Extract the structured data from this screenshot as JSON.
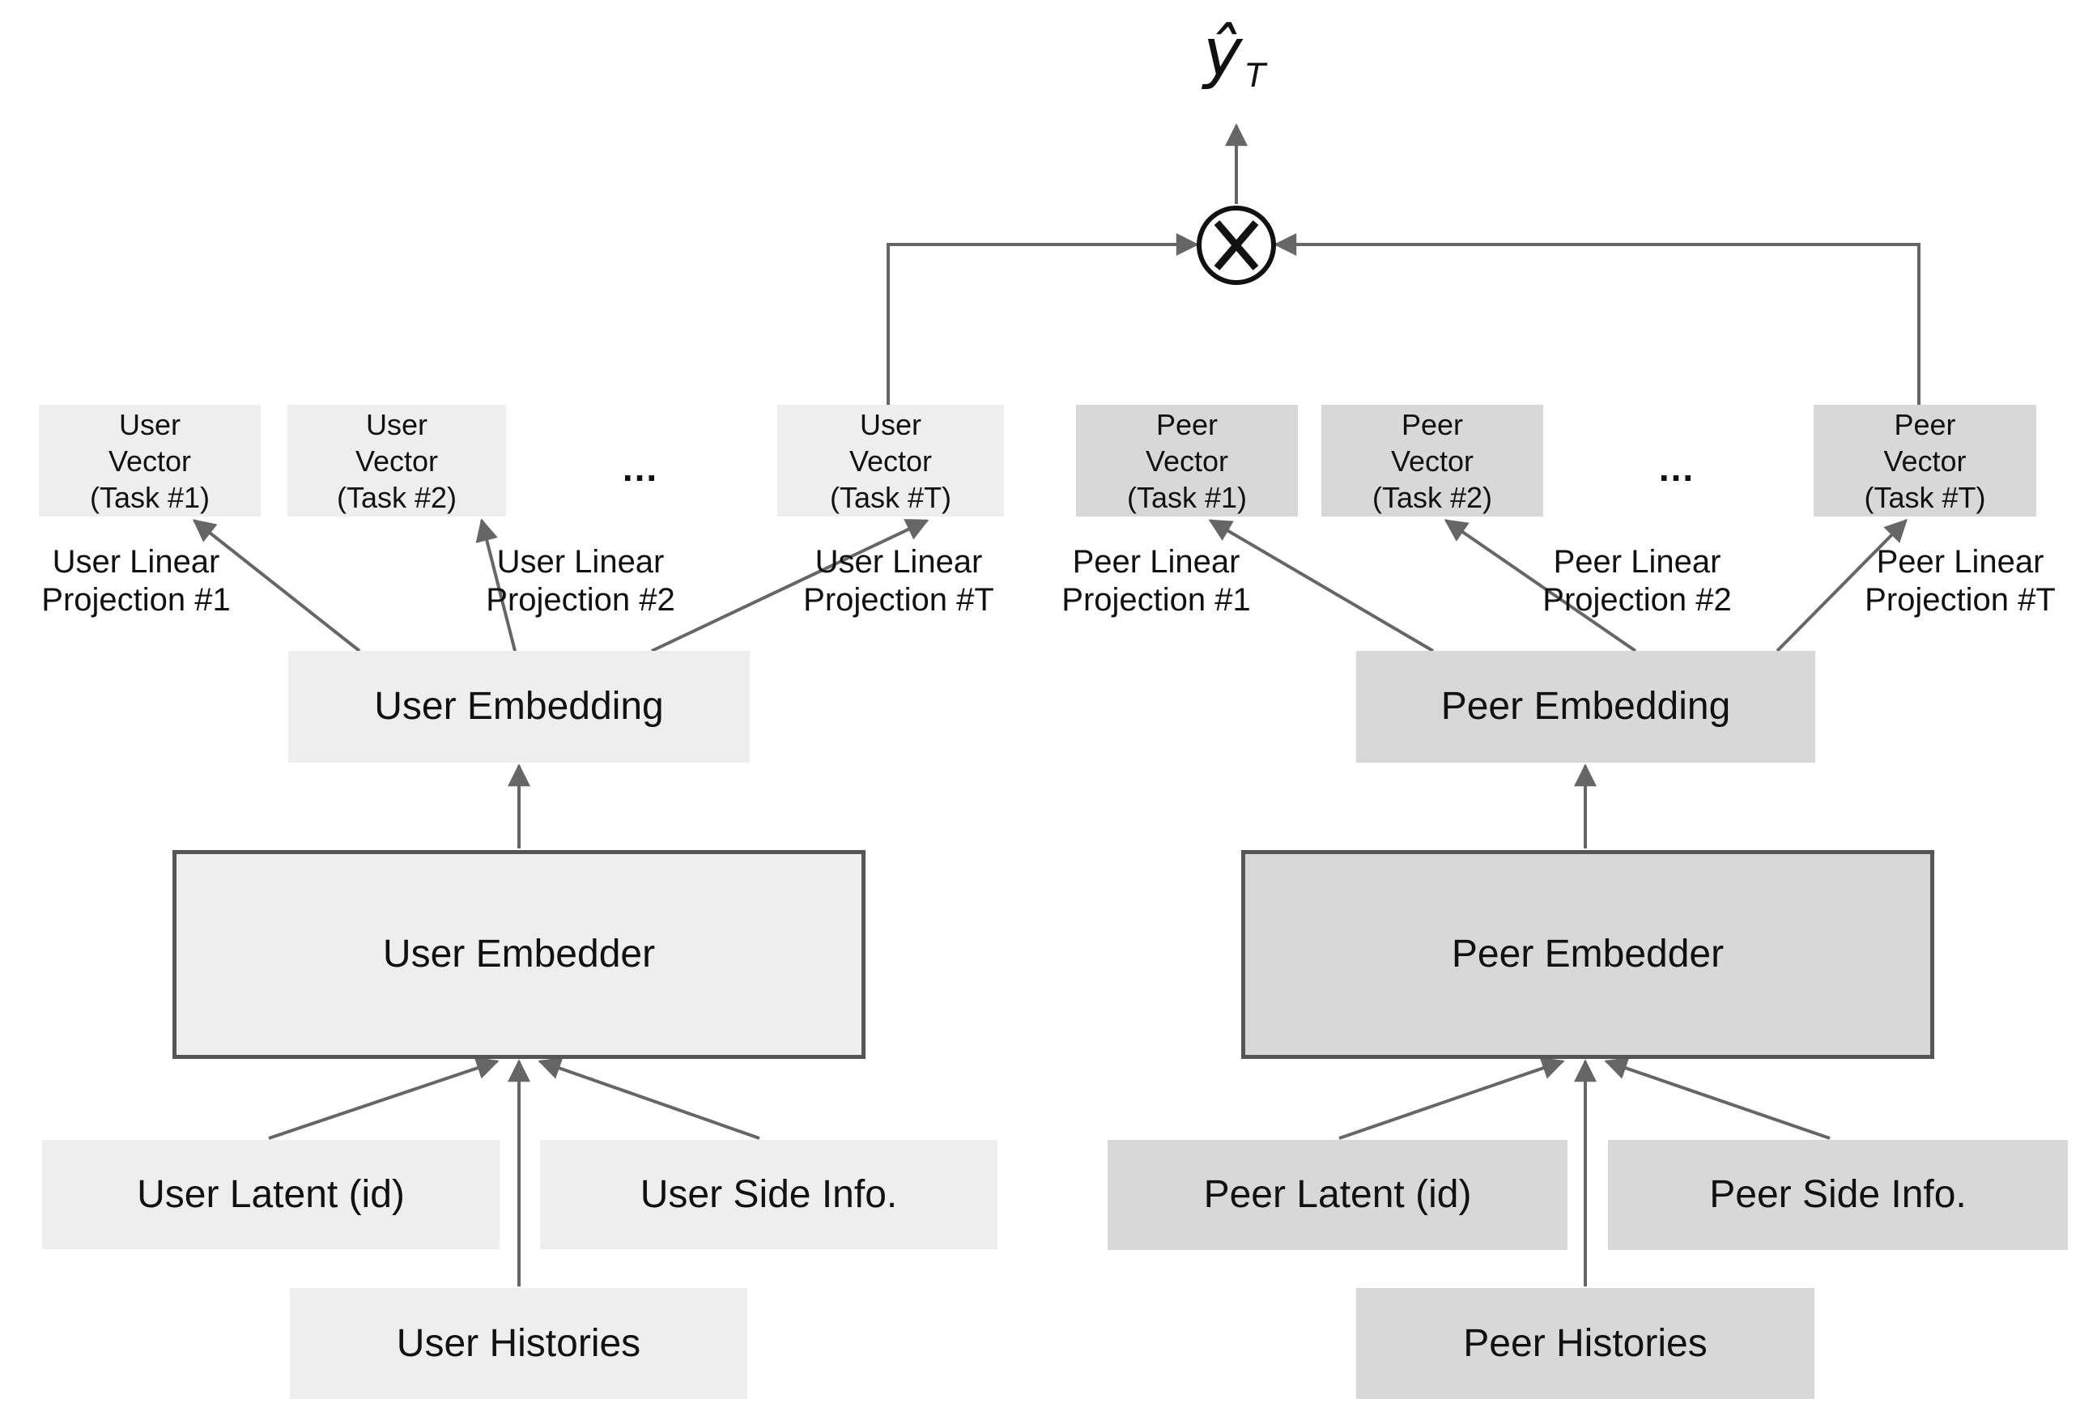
{
  "output": {
    "main": "ŷ",
    "sub": "T"
  },
  "combiner_icon": "circle-times-icon",
  "colors": {
    "user_fill": "#eeeeee",
    "peer_fill": "#d8d8d8",
    "line": "#666666",
    "embedder_border": "#555555",
    "symbol": "#111111",
    "text": "#111111"
  },
  "towers": {
    "user": {
      "vectors": [
        {
          "lines": [
            "User",
            "Vector",
            "(Task #1)"
          ]
        },
        {
          "lines": [
            "User",
            "Vector",
            "(Task #2)"
          ]
        },
        {
          "lines": [
            "User",
            "Vector",
            "(Task #T)"
          ]
        }
      ],
      "ellipsis": "...",
      "projections": [
        {
          "lines": [
            "User Linear",
            "Projection #1"
          ]
        },
        {
          "lines": [
            "User Linear",
            "Projection #2"
          ]
        },
        {
          "lines": [
            "User Linear",
            "Projection #T"
          ]
        }
      ],
      "embedding": "User Embedding",
      "embedder": "User Embedder",
      "latent": "User Latent (id)",
      "side_info": "User Side Info.",
      "histories": "User Histories"
    },
    "peer": {
      "vectors": [
        {
          "lines": [
            "Peer",
            "Vector",
            "(Task #1)"
          ]
        },
        {
          "lines": [
            "Peer",
            "Vector",
            "(Task #2)"
          ]
        },
        {
          "lines": [
            "Peer",
            "Vector",
            "(Task #T)"
          ]
        }
      ],
      "ellipsis": "...",
      "projections": [
        {
          "lines": [
            "Peer Linear",
            "Projection #1"
          ]
        },
        {
          "lines": [
            "Peer Linear",
            "Projection #2"
          ]
        },
        {
          "lines": [
            "Peer Linear",
            "Projection #T"
          ]
        }
      ],
      "embedding": "Peer Embedding",
      "embedder": "Peer Embedder",
      "latent": "Peer Latent (id)",
      "side_info": "Peer Side Info.",
      "histories": "Peer Histories"
    }
  }
}
